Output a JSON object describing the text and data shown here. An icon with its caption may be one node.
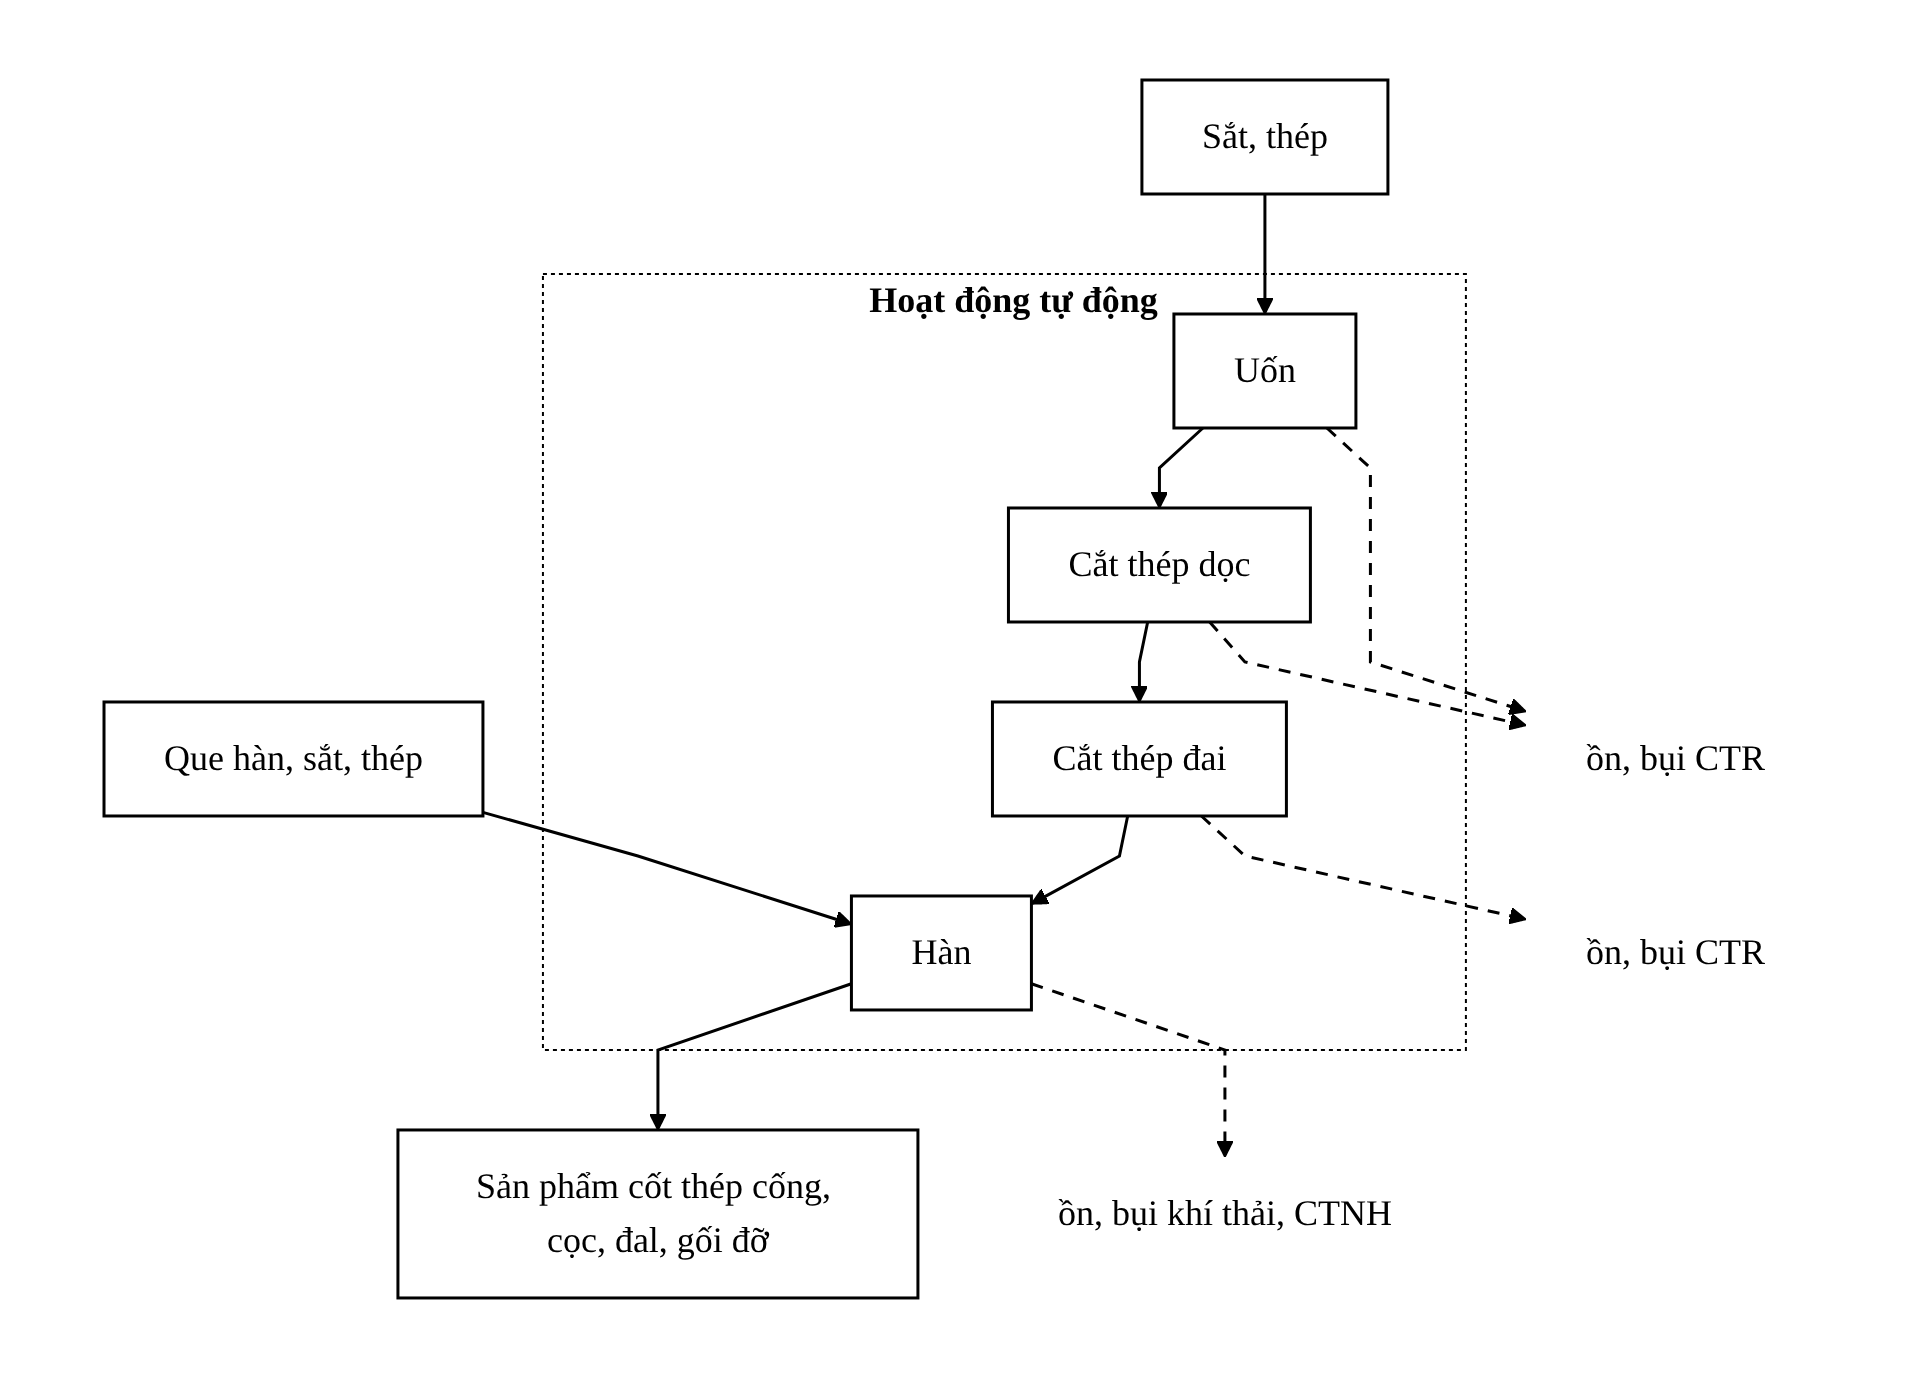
{
  "diagram": {
    "nodes": [
      {
        "text": [
          "Sắt, thép"
        ]
      },
      {
        "text": [
          "Hoạt động tự động"
        ]
      },
      {
        "text": [
          "Uốn"
        ],
        "in": 1
      },
      {
        "text": [
          "Cắt thép dọc"
        ],
        "in": 1
      },
      {
        "text": [
          "Cắt thép đai"
        ],
        "in": 1
      },
      {
        "text": [
          "Hàn"
        ],
        "in": 1
      },
      {
        "text": [
          "Que hàn, sắt, thép"
        ]
      },
      {
        "text": [
          "Sản phẩm cốt thép cống, cọc, đal, gối đỡ"
        ]
      },
      {
        "text": [
          "ồn, bụi CTR"
        ]
      },
      {
        "text": [
          "ồn, bụi CTR"
        ]
      },
      {
        "text": [
          "ồn, bụi khí thải, CTNH"
        ]
      }
    ],
    "edges": [
      {
        "from": 0,
        "to": 2,
        "arrow": "to"
      },
      {
        "from": 2,
        "to": 3,
        "arrow": "to"
      },
      {
        "from": 3,
        "to": 4,
        "arrow": "to"
      },
      {
        "from": 4,
        "to": 5,
        "arrow": "to"
      },
      {
        "from": 6,
        "to": 5,
        "arrow": "to"
      },
      {
        "from": 5,
        "to": 7,
        "arrow": "to"
      },
      {
        "from": 2,
        "to": 8,
        "arrow": "to",
        "style": "dashed"
      },
      {
        "from": 3,
        "to": 8,
        "arrow": "to",
        "style": "dashed"
      },
      {
        "from": 4,
        "to": 9,
        "arrow": "to",
        "style": "dashed"
      },
      {
        "from": 5,
        "to": 10,
        "arrow": "to",
        "style": "dashed"
      }
    ]
  }
}
